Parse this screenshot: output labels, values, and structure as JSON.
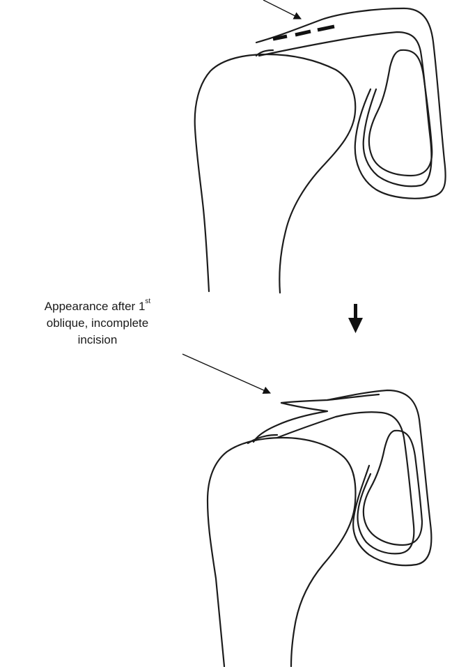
{
  "annotation": {
    "line1_prefix": "Appearance after 1",
    "line1_superscript": "st",
    "line2": "oblique, incomplete",
    "line3": "incision"
  },
  "colors": {
    "ink": "#1c1c1c",
    "background": "#ffffff"
  }
}
